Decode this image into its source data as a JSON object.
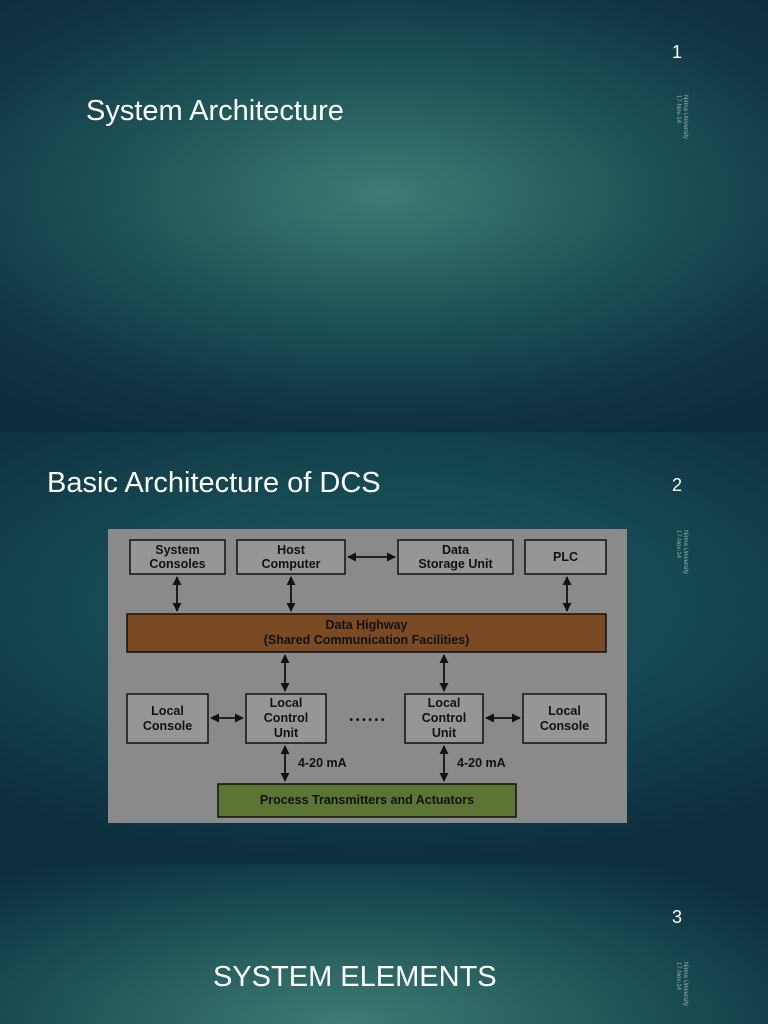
{
  "slides": [
    {
      "number": "1",
      "title": "System Architecture",
      "side_note": [
        "Nirma University",
        "17-Nov-14"
      ]
    },
    {
      "number": "2",
      "title": "Basic Architecture of DCS",
      "side_note": [
        "Nirma University",
        "17-Nov-14"
      ]
    },
    {
      "number": "3",
      "title": "SYSTEM ELEMENTS",
      "side_note": [
        "Nirma University",
        "17-Nov-14"
      ]
    }
  ],
  "diagram": {
    "boxes": {
      "system_consoles": [
        "System",
        "Consoles"
      ],
      "host_computer": [
        "Host",
        "Computer"
      ],
      "data_storage_unit": [
        "Data",
        "Storage Unit"
      ],
      "plc": [
        "PLC"
      ],
      "data_highway": [
        "Data Highway",
        "(Shared Communication  Facilities)"
      ],
      "local_console_left": [
        "Local",
        "Console"
      ],
      "local_control_unit_left": [
        "Local",
        "Control",
        "Unit"
      ],
      "local_control_unit_right": [
        "Local",
        "Control",
        "Unit"
      ],
      "local_console_right": [
        "Local",
        "Console"
      ],
      "process_transmitters": [
        "Process Transmitters and Actuators"
      ]
    },
    "ellipsis": "• • • • • •",
    "signal_left": "4-20 mA",
    "signal_right": "4-20 mA",
    "colors": {
      "background": "#8a8a8a",
      "box_fill": "#969696",
      "highway_fill": "#7a4a24",
      "process_fill": "#5e7434",
      "line": "#111111"
    }
  }
}
